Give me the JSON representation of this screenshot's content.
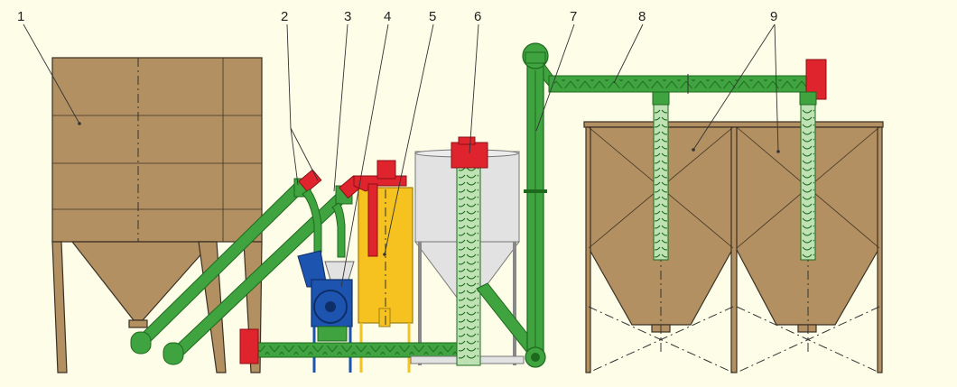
{
  "labels": {
    "n1": "1",
    "n2": "2",
    "n3": "3",
    "n4": "4",
    "n5": "5",
    "n6": "6",
    "n7": "7",
    "n8": "8",
    "n9": "9"
  },
  "colors": {
    "background": "#fdfde8",
    "silo": "#b29062",
    "conveyor": "#3fa33f",
    "conveyor_dark": "#1d6a1d",
    "motor": "#e0242e",
    "mill": "#1d54b0",
    "bin": "#f5c21f",
    "tank": "#e2e2e2",
    "screw_tube": "#bfe2b5"
  }
}
